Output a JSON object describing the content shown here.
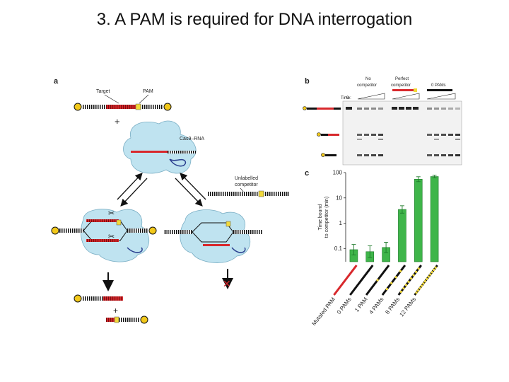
{
  "slide": {
    "title": "3. A PAM is required for DNA interrogation"
  },
  "panel_a": {
    "letter": "a",
    "target_label": "Target",
    "pam_label": "PAM",
    "plus": "+",
    "cas9_label": "Cas9–RNA",
    "competitor_label_1": "Unlabelled",
    "competitor_label_2": "competitor"
  },
  "panel_b": {
    "letter": "b",
    "time_label": "Time:",
    "time_zero": "0",
    "no_competitor_1": "No",
    "no_competitor_2": "competitor",
    "perfect_1": "Perfect",
    "perfect_2": "competitor",
    "zero_pams": "0 PAMs"
  },
  "panel_c": {
    "letter": "c"
  },
  "colors": {
    "target": "#d8282c",
    "pam": "#e8d44a",
    "cas9": "#bfe3f0",
    "bar": "#3fb54a",
    "rna": "#2a3f8f"
  },
  "chart_data": {
    "type": "bar",
    "ylabel": "Time bound to competitor (min)",
    "yscale": "log",
    "ylim": [
      0.03,
      100
    ],
    "yticks": [
      "100",
      "10",
      "1",
      "0.1"
    ],
    "categories": [
      "Mutated PAM",
      "0 PAMs",
      "1 PAM",
      "4 PAMs",
      "8 PAMs",
      "12 PAMs"
    ],
    "values": [
      0.09,
      0.075,
      0.11,
      3.5,
      55,
      70
    ]
  }
}
